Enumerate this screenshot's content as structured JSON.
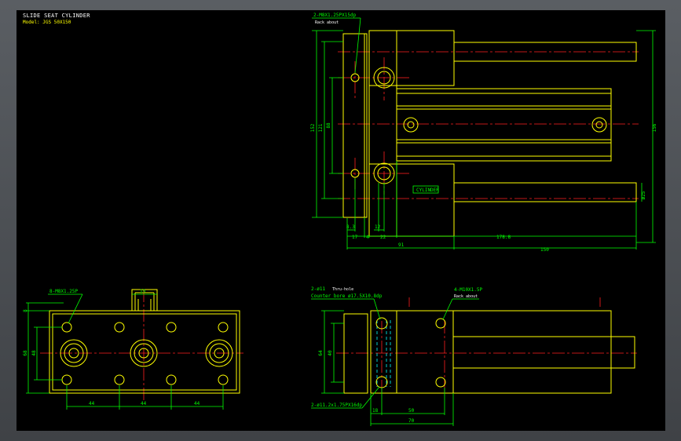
{
  "title": "SLIDE SEAT CYLINDER",
  "model": "Model: JGS 50X150",
  "colors": {
    "outline": "#ffff00",
    "dimension": "#00ff00",
    "center": "#ff2020",
    "hidden": "#00ffff",
    "frame": "#4b4f54",
    "canvas": "#000000"
  },
  "top_view": {
    "callout_tap": "2-M8X1.25PX15dp",
    "callout_tap_sub": "Rack about",
    "logo": "CYLINDER",
    "dims": {
      "d152": "152",
      "d121": "121",
      "d88": "88",
      "d156": "156",
      "d25": "ø25",
      "d83": "8.3",
      "d12": "12",
      "d17": "17",
      "d4": "4",
      "d22": "22",
      "d1788": "178.8",
      "d91": "91",
      "d150": "150"
    }
  },
  "left_view": {
    "callout": "8-M8X1.25P",
    "dims": {
      "d19": "19",
      "d8": "8",
      "d68": "68",
      "d48": "48",
      "h1": "44",
      "h2": "44",
      "h3": "44"
    }
  },
  "right_view": {
    "callout_hole": "2-ø11",
    "callout_hole_tail": "Thru-hole",
    "callout_counter": "Counter bore  ø17.5X10.8dp",
    "callout_tap": "4-M10X1.5P",
    "callout_tap_sub": "Rack about",
    "callout_bottom": "2-ø11.2x1.75PX16dp",
    "dims": {
      "d64": "64",
      "d40": "40",
      "d18": "18",
      "d50": "50",
      "d70": "70"
    }
  }
}
